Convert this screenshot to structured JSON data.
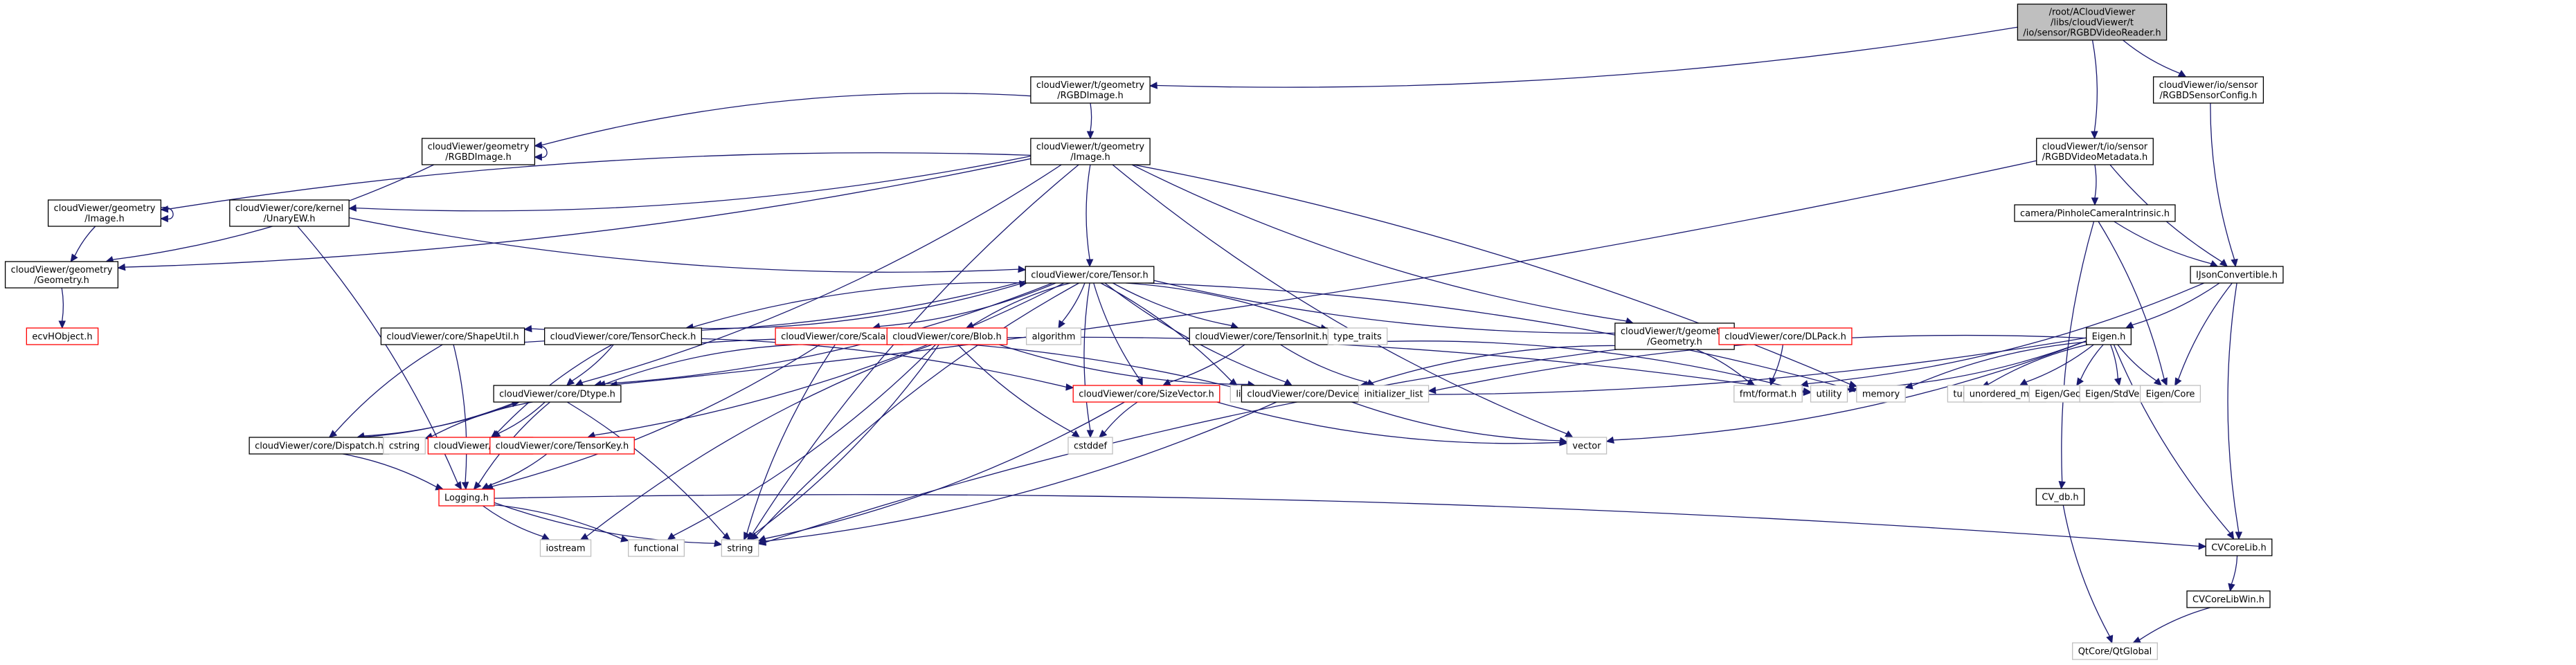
{
  "diagram": {
    "title": "Include dependency graph for RGBDVideoReader.h",
    "nodes": [
      {
        "id": "root",
        "lines": [
          "/root/ACloudViewer",
          "/libs/cloudViewer/t",
          "/io/sensor/RGBDVideoReader.h"
        ],
        "kind": "root"
      },
      {
        "id": "t_rgbdimage",
        "lines": [
          "cloudViewer/t/geometry",
          "/RGBDImage.h"
        ],
        "kind": "doc"
      },
      {
        "id": "rgbdsensorconfig",
        "lines": [
          "cloudViewer/io/sensor",
          "/RGBDSensorConfig.h"
        ],
        "kind": "doc"
      },
      {
        "id": "geo_rgbdimage",
        "lines": [
          "cloudViewer/geometry",
          "/RGBDImage.h"
        ],
        "kind": "doc"
      },
      {
        "id": "t_image",
        "lines": [
          "cloudViewer/t/geometry",
          "/Image.h"
        ],
        "kind": "doc"
      },
      {
        "id": "rgbdvideometadata",
        "lines": [
          "cloudViewer/t/io/sensor",
          "/RGBDVideoMetadata.h"
        ],
        "kind": "doc"
      },
      {
        "id": "geo_image",
        "lines": [
          "cloudViewer/geometry",
          "/Image.h"
        ],
        "kind": "doc"
      },
      {
        "id": "unaryew",
        "lines": [
          "cloudViewer/core/kernel",
          "/UnaryEW.h"
        ],
        "kind": "doc"
      },
      {
        "id": "pinhole",
        "lines": [
          "camera/PinholeCameraIntrinsic.h"
        ],
        "kind": "doc"
      },
      {
        "id": "geo_geometry",
        "lines": [
          "cloudViewer/geometry",
          "/Geometry.h"
        ],
        "kind": "doc"
      },
      {
        "id": "tensor",
        "lines": [
          "cloudViewer/core/Tensor.h"
        ],
        "kind": "doc"
      },
      {
        "id": "ijson",
        "lines": [
          "IJsonConvertible.h"
        ],
        "kind": "doc"
      },
      {
        "id": "ecvhobject",
        "lines": [
          "ecvHObject.h"
        ],
        "kind": "red"
      },
      {
        "id": "shapeutil",
        "lines": [
          "cloudViewer/core/ShapeUtil.h"
        ],
        "kind": "doc"
      },
      {
        "id": "tensorcheck",
        "lines": [
          "cloudViewer/core/TensorCheck.h"
        ],
        "kind": "doc"
      },
      {
        "id": "scalar",
        "lines": [
          "cloudViewer/core/Scalar.h"
        ],
        "kind": "red"
      },
      {
        "id": "blob",
        "lines": [
          "cloudViewer/core/Blob.h"
        ],
        "kind": "red"
      },
      {
        "id": "algorithm",
        "lines": [
          "algorithm"
        ],
        "kind": "sys"
      },
      {
        "id": "tensorinit",
        "lines": [
          "cloudViewer/core/TensorInit.h"
        ],
        "kind": "doc"
      },
      {
        "id": "type_traits",
        "lines": [
          "type_traits"
        ],
        "kind": "sys"
      },
      {
        "id": "t_geometry",
        "lines": [
          "cloudViewer/t/geometry",
          "/Geometry.h"
        ],
        "kind": "doc"
      },
      {
        "id": "dlpack",
        "lines": [
          "cloudViewer/core/DLPack.h"
        ],
        "kind": "red"
      },
      {
        "id": "eigen",
        "lines": [
          "Eigen.h"
        ],
        "kind": "doc"
      },
      {
        "id": "dtype",
        "lines": [
          "cloudViewer/core/Dtype.h"
        ],
        "kind": "doc"
      },
      {
        "id": "sizevector",
        "lines": [
          "cloudViewer/core/SizeVector.h"
        ],
        "kind": "red"
      },
      {
        "id": "limits",
        "lines": [
          "limits"
        ],
        "kind": "sys"
      },
      {
        "id": "device",
        "lines": [
          "cloudViewer/core/Device.h"
        ],
        "kind": "doc"
      },
      {
        "id": "initializer_list",
        "lines": [
          "initializer_list"
        ],
        "kind": "sys"
      },
      {
        "id": "fmt_format",
        "lines": [
          "fmt/format.h"
        ],
        "kind": "sys"
      },
      {
        "id": "utility",
        "lines": [
          "utility"
        ],
        "kind": "sys"
      },
      {
        "id": "memory",
        "lines": [
          "memory"
        ],
        "kind": "sys"
      },
      {
        "id": "tuple",
        "lines": [
          "tuple"
        ],
        "kind": "sys"
      },
      {
        "id": "unordered_map",
        "lines": [
          "unordered_map"
        ],
        "kind": "sys"
      },
      {
        "id": "eigen_geometry",
        "lines": [
          "Eigen/Geometry"
        ],
        "kind": "sys"
      },
      {
        "id": "eigen_stdvector",
        "lines": [
          "Eigen/StdVector"
        ],
        "kind": "sys"
      },
      {
        "id": "eigen_core",
        "lines": [
          "Eigen/Core"
        ],
        "kind": "sys"
      },
      {
        "id": "dispatch",
        "lines": [
          "cloudViewer/core/Dispatch.h"
        ],
        "kind": "doc"
      },
      {
        "id": "cstring",
        "lines": [
          "cstring"
        ],
        "kind": "sys"
      },
      {
        "id": "macro",
        "lines": [
          "cloudViewer/Macro.h"
        ],
        "kind": "red"
      },
      {
        "id": "tensorkey",
        "lines": [
          "cloudViewer/core/TensorKey.h"
        ],
        "kind": "red"
      },
      {
        "id": "cstddef",
        "lines": [
          "cstddef"
        ],
        "kind": "sys"
      },
      {
        "id": "vector",
        "lines": [
          "vector"
        ],
        "kind": "sys"
      },
      {
        "id": "logging",
        "lines": [
          "Logging.h"
        ],
        "kind": "red"
      },
      {
        "id": "cv_db",
        "lines": [
          "CV_db.h"
        ],
        "kind": "doc"
      },
      {
        "id": "iostream",
        "lines": [
          "iostream"
        ],
        "kind": "sys"
      },
      {
        "id": "functional",
        "lines": [
          "functional"
        ],
        "kind": "sys"
      },
      {
        "id": "string",
        "lines": [
          "string"
        ],
        "kind": "sys"
      },
      {
        "id": "cvcorelib",
        "lines": [
          "CVCoreLib.h"
        ],
        "kind": "doc"
      },
      {
        "id": "cvcorelibwin",
        "lines": [
          "CVCoreLibWin.h"
        ],
        "kind": "doc"
      },
      {
        "id": "qtglobal",
        "lines": [
          "QtCore/QtGlobal"
        ],
        "kind": "sys"
      }
    ],
    "edges": [
      [
        "root",
        "t_rgbdimage"
      ],
      [
        "root",
        "rgbdsensorconfig"
      ],
      [
        "root",
        "rgbdvideometadata"
      ],
      [
        "t_rgbdimage",
        "geo_rgbdimage"
      ],
      [
        "t_rgbdimage",
        "t_image"
      ],
      [
        "geo_rgbdimage",
        "geo_rgbdimage"
      ],
      [
        "geo_rgbdimage",
        "geo_geometry"
      ],
      [
        "t_image",
        "geo_image"
      ],
      [
        "t_image",
        "unaryew"
      ],
      [
        "t_image",
        "tensor"
      ],
      [
        "t_image",
        "dtype"
      ],
      [
        "t_image",
        "t_geometry"
      ],
      [
        "t_image",
        "geo_geometry"
      ],
      [
        "t_image",
        "string"
      ],
      [
        "t_image",
        "memory"
      ],
      [
        "t_image",
        "vector"
      ],
      [
        "geo_image",
        "geo_image"
      ],
      [
        "geo_image",
        "geo_geometry"
      ],
      [
        "geo_geometry",
        "ecvhobject"
      ],
      [
        "unaryew",
        "tensor"
      ],
      [
        "unaryew",
        "logging"
      ],
      [
        "rgbdsensorconfig",
        "ijson"
      ],
      [
        "rgbdvideometadata",
        "pinhole"
      ],
      [
        "rgbdvideometadata",
        "ijson"
      ],
      [
        "rgbdvideometadata",
        "dtype"
      ],
      [
        "pinhole",
        "ijson"
      ],
      [
        "pinhole",
        "eigen_core"
      ],
      [
        "pinhole",
        "cv_db"
      ],
      [
        "ijson",
        "eigen"
      ],
      [
        "ijson",
        "eigen_core"
      ],
      [
        "ijson",
        "fmt_format"
      ],
      [
        "ijson",
        "cvcorelib"
      ],
      [
        "tensor",
        "shapeutil"
      ],
      [
        "tensor",
        "tensorcheck"
      ],
      [
        "tensor",
        "scalar"
      ],
      [
        "tensor",
        "blob"
      ],
      [
        "tensor",
        "algorithm"
      ],
      [
        "tensor",
        "tensorinit"
      ],
      [
        "tensor",
        "type_traits"
      ],
      [
        "tensor",
        "dlpack"
      ],
      [
        "tensor",
        "dtype"
      ],
      [
        "tensor",
        "sizevector"
      ],
      [
        "tensor",
        "limits"
      ],
      [
        "tensor",
        "device"
      ],
      [
        "tensor",
        "tensorkey"
      ],
      [
        "tensor",
        "cstddef"
      ],
      [
        "tensor",
        "memory"
      ],
      [
        "tensor",
        "string"
      ],
      [
        "shapeutil",
        "sizevector"
      ],
      [
        "shapeutil",
        "dispatch"
      ],
      [
        "shapeutil",
        "logging"
      ],
      [
        "tensorcheck",
        "tensor"
      ],
      [
        "tensorcheck",
        "dtype"
      ],
      [
        "tensorcheck",
        "macro"
      ],
      [
        "tensorcheck",
        "device"
      ],
      [
        "scalar",
        "dtype"
      ],
      [
        "scalar",
        "logging"
      ],
      [
        "scalar",
        "string"
      ],
      [
        "scalar",
        "utility"
      ],
      [
        "blob",
        "device"
      ],
      [
        "blob",
        "string"
      ],
      [
        "blob",
        "cstddef"
      ],
      [
        "blob",
        "functional"
      ],
      [
        "blob",
        "iostream"
      ],
      [
        "tensorinit",
        "sizevector"
      ],
      [
        "tensorinit",
        "initializer_list"
      ],
      [
        "tensorinit",
        "utility"
      ],
      [
        "t_geometry",
        "device"
      ],
      [
        "t_geometry",
        "fmt_format"
      ],
      [
        "t_geometry",
        "string"
      ],
      [
        "dlpack",
        "fmt_format"
      ],
      [
        "eigen",
        "tuple"
      ],
      [
        "eigen",
        "unordered_map"
      ],
      [
        "eigen",
        "eigen_geometry"
      ],
      [
        "eigen",
        "eigen_stdvector"
      ],
      [
        "eigen",
        "eigen_core"
      ],
      [
        "eigen",
        "utility"
      ],
      [
        "eigen",
        "memory"
      ],
      [
        "eigen",
        "vector"
      ],
      [
        "eigen",
        "initializer_list"
      ],
      [
        "eigen",
        "limits"
      ],
      [
        "eigen",
        "cvcorelib"
      ],
      [
        "dtype",
        "dispatch"
      ],
      [
        "dtype",
        "cstring"
      ],
      [
        "dtype",
        "macro"
      ],
      [
        "dtype",
        "logging"
      ],
      [
        "dtype",
        "string"
      ],
      [
        "dispatch",
        "dtype"
      ],
      [
        "dispatch",
        "logging"
      ],
      [
        "sizevector",
        "cstddef"
      ],
      [
        "sizevector",
        "string"
      ],
      [
        "sizevector",
        "vector"
      ],
      [
        "device",
        "string"
      ],
      [
        "device",
        "vector"
      ],
      [
        "tensorkey",
        "logging"
      ],
      [
        "logging",
        "iostream"
      ],
      [
        "logging",
        "functional"
      ],
      [
        "logging",
        "string"
      ],
      [
        "logging",
        "cvcorelib"
      ],
      [
        "cv_db",
        "qtglobal"
      ],
      [
        "cvcorelib",
        "cvcorelibwin"
      ],
      [
        "cvcorelibwin",
        "qtglobal"
      ]
    ]
  }
}
